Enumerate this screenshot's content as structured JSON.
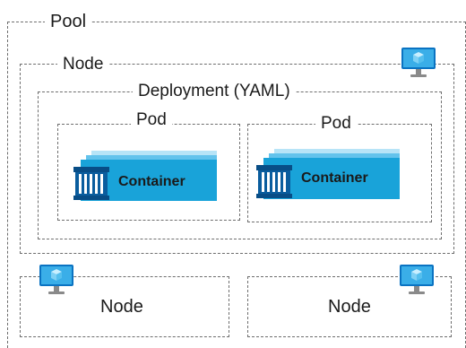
{
  "pool": {
    "label": "Pool"
  },
  "main_node": {
    "label": "Node",
    "deployment": {
      "label": "Deployment (YAML)",
      "pods": [
        {
          "label": "Pod",
          "container_label": "Container"
        },
        {
          "label": "Pod",
          "container_label": "Container"
        }
      ]
    }
  },
  "bottom_nodes": [
    {
      "label": "Node"
    },
    {
      "label": "Node"
    }
  ],
  "colors": {
    "container_fill": "#19a3d9",
    "container_dark": "#0a5d9e",
    "monitor_light": "#3aaee8",
    "monitor_dark": "#0a73c2",
    "cube": "#7fd1f5",
    "stand": "#8a8a8a",
    "border": "#6e6e6e"
  }
}
